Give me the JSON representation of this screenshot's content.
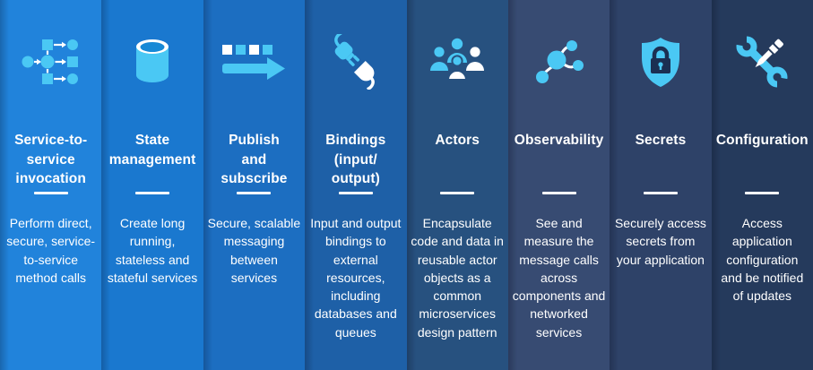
{
  "colors": {
    "cyan": "#4AC8F4",
    "white": "#FFFFFF",
    "lock_dark": "#1B2F52",
    "cylinder_inner": "#1789D6",
    "text": "#FFFFFF"
  },
  "columns": [
    {
      "name": "service-invocation",
      "icon": "flowchart-icon",
      "title": "Service-to-\nservice\ninvocation",
      "description": "Perform direct, secure, service-to-service method calls",
      "bg": "#2183DB"
    },
    {
      "name": "state-management",
      "icon": "database-icon",
      "title": "State\nmanagement",
      "description": "Create long running, stateless and stateful services",
      "bg": "#1A78CF"
    },
    {
      "name": "publish-subscribe",
      "icon": "pubsub-arrow-icon",
      "title": "Publish\nand\nsubscribe",
      "description": "Secure, scalable messaging between services",
      "bg": "#1C6EC1"
    },
    {
      "name": "bindings",
      "icon": "plug-icon",
      "title": "Bindings\n(input/\noutput)",
      "description": "Input and output bindings to external resources, including databases and queues",
      "bg": "#1E60A7"
    },
    {
      "name": "actors",
      "icon": "people-icon",
      "title": "Actors",
      "description": "Encapsulate code and data in reusable actor objects as a common microservices design pattern",
      "bg": "#27517F"
    },
    {
      "name": "observability",
      "icon": "network-nodes-icon",
      "title": "Observability",
      "description": "See and measure the message calls across components and networked services",
      "bg": "#374B72"
    },
    {
      "name": "secrets",
      "icon": "shield-lock-icon",
      "title": "Secrets",
      "description": "Securely access secrets from your application",
      "bg": "#2E4268"
    },
    {
      "name": "configuration",
      "icon": "wrench-screwdriver-icon",
      "title": "Configuration",
      "description": "Access application configuration and be notified of updates",
      "bg": "#253A5C"
    }
  ]
}
